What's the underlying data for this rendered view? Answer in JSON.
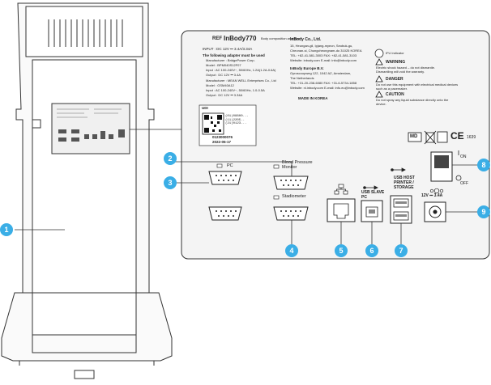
{
  "label": {
    "brand": "InBody770",
    "brand_sub": "Body composition analyzer",
    "ref": "REF",
    "input_line": "INPUT : DC 12V ⎓ 3.4A/3.34A",
    "adapter_head": "The following adapter must be used",
    "adapter1": [
      "Manufacturer : BridgePower Corp.",
      "Model : BPM040S12F07",
      "Input : AC 100-240V~, 50/60Hz, 1.2A(1.2A-0.6A)",
      "Output : DC 12V ⎓ 3.4A"
    ],
    "adapter2": [
      "Manufacturer : MEAN WELL Enterprises Co., Ltd",
      "Model : GSM40A12",
      "Input : AC 100-240V~, 50/60Hz, 1.0-0.5A",
      "Output : DC 12V ⎓ 3.34A"
    ],
    "company_name": "InBody Co., Ltd.",
    "company_lines": [
      "15, Heungan-gil, Ipjang-myeon, Seobuk-gu,",
      "Cheonan-si, Chungcheongnam-do 31025 KOREA",
      "TEL: +82-41-581-3003  FAX: +82-41-581-3103",
      "Website: inbody.com  E-mail: info@inbody.com"
    ],
    "europe_name": "InBody Europe B.V.",
    "europe_lines": [
      "Gyroscoopweg 122, 1042 AZ, Amsterdam,",
      "The Netherlands",
      "TEL: +31-20-238-6080  FAX: +31-6-5734-1858",
      "Website: nl.inbody.com  E-mail: info.eu@inbody.com"
    ],
    "made_in": "MADE IN KOREA",
    "udi": "UDI",
    "sn": "0123000076",
    "mfg_date": "2022-05-17",
    "warnings": {
      "ifu": "IFU indicator",
      "warning_title": "WARNING",
      "warning_text": [
        "Electric shock hazard – do not dismantle.",
        "Dismantling will void the warranty."
      ],
      "danger_title": "DANGER",
      "danger_text": [
        "Do not use this equipment with electrical medical devices",
        "such as a pacemaker."
      ],
      "caution_title": "CAUTION",
      "caution_text": [
        "Do not spray any liquid substance directly onto the",
        "device."
      ]
    },
    "marks": {
      "md": "MD",
      "ce": "CE",
      "ce_no": "1639"
    }
  },
  "ports": {
    "pc": "PC",
    "blood_pressure": "Blood Pressure\nMonitor",
    "stadiometer": "Stadiometer",
    "usb_slave": "USB SLAVE\nPC",
    "usb_host": "USB HOST\nPRINTER /\nSTORAGE",
    "power": "12V ⎓ 3.4A",
    "switch_on": "ON",
    "switch_off": "OFF"
  },
  "callouts": [
    "1",
    "2",
    "3",
    "4",
    "5",
    "6",
    "7",
    "8",
    "9"
  ],
  "colors": {
    "callout": "#3aaee6",
    "panel": "#f4f4f4",
    "line": "#333333"
  }
}
